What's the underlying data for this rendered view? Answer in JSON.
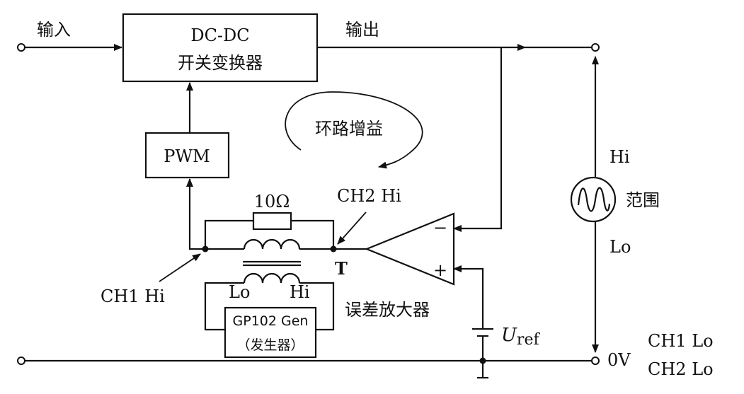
{
  "labels": {
    "input": "输入",
    "output": "输出",
    "converter_line1": "DC-DC",
    "converter_line2": "开关变换器",
    "loop_gain": "环路增益",
    "pwm": "PWM",
    "resistor": "10Ω",
    "ch2_hi": "CH2 Hi",
    "ch1_hi": "CH1 Hi",
    "node_t": "T",
    "transformer_lo": "Lo",
    "transformer_hi": "Hi",
    "generator_line1": "GP102 Gen",
    "generator_line2": "（发生器）",
    "error_amp": "误差放大器",
    "minus": "−",
    "plus": "+",
    "uref_symbol": "U",
    "uref_sub": "ref",
    "scope_hi": "Hi",
    "scope_name": "范围",
    "scope_lo": "Lo",
    "zero_v": "0V",
    "ch1_lo": "CH1 Lo",
    "ch2_lo": "CH2 Lo"
  }
}
